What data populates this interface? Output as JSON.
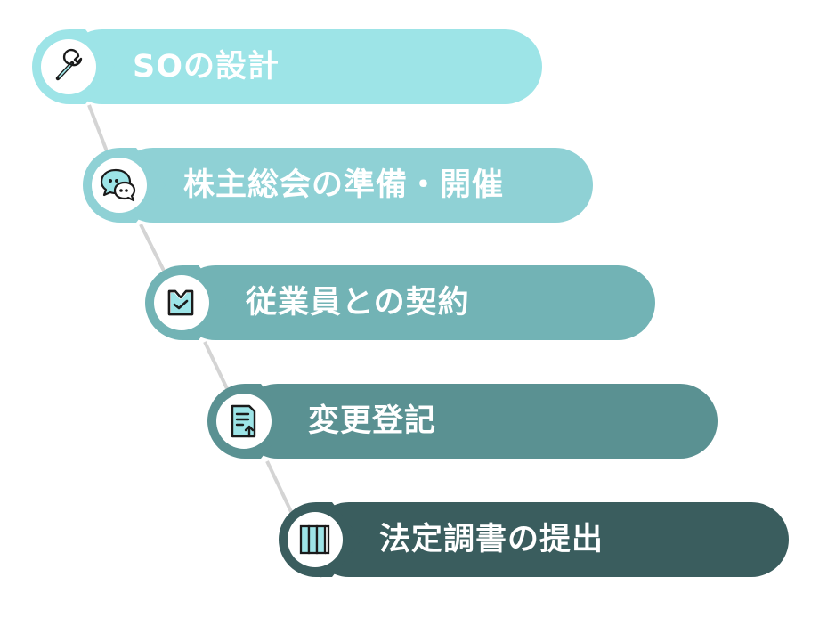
{
  "steps": [
    {
      "label": "SOの設計",
      "icon": "wrench-icon",
      "color": "#9de4e7"
    },
    {
      "label": "株主総会の準備・開催",
      "icon": "chat-bubbles-icon",
      "color": "#8fd1d5"
    },
    {
      "label": "従業員との契約",
      "icon": "clipboard-check-icon",
      "color": "#72b3b5"
    },
    {
      "label": "変更登記",
      "icon": "document-upload-icon",
      "color": "#5a9192"
    },
    {
      "label": "法定調書の提出",
      "icon": "binders-icon",
      "color": "#3a5d5e"
    }
  ],
  "connector_color": "#d4d4d4",
  "icon_stroke": "#1b1b1b",
  "icon_accent": "#9de4e7"
}
